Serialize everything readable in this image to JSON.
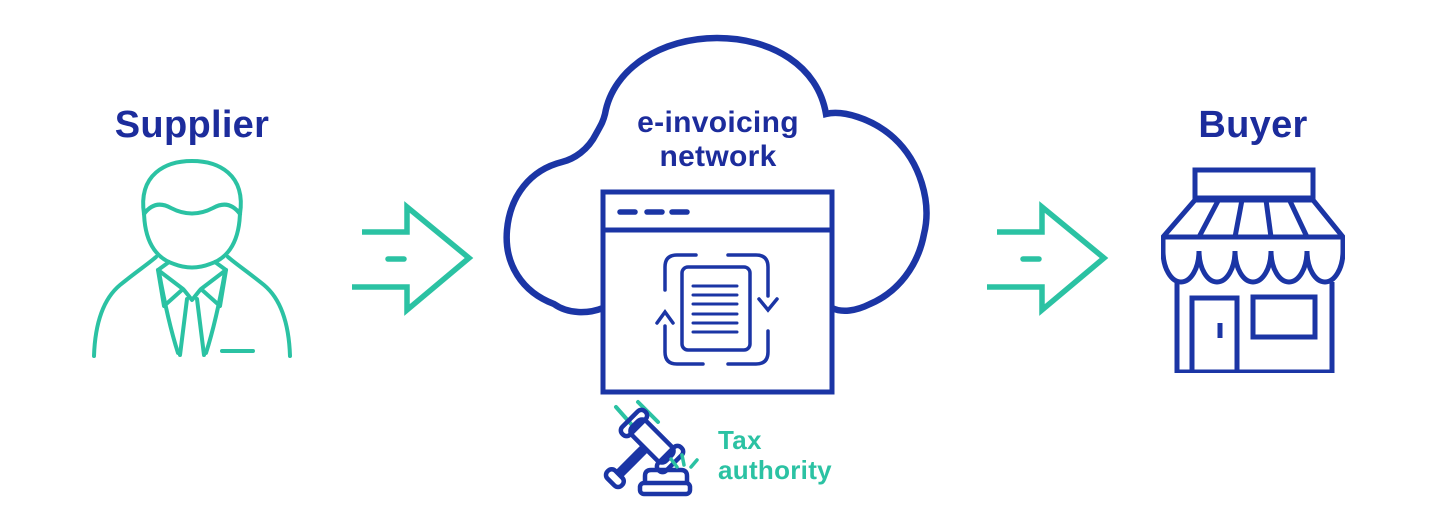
{
  "palette": {
    "background": "#ffffff",
    "navy_icon": "#1b35a5",
    "navy_text": "#1c2c9c",
    "teal": "#2bc2a3"
  },
  "nodes": {
    "supplier": {
      "label": "Supplier",
      "icon": "person-icon",
      "icon_color": "#2bc2a3"
    },
    "einvoicing_network": {
      "label_line1": "e-invoicing",
      "label_line2": "network",
      "icon": "cloud-icon",
      "inner_icon": "browser-document-sync-icon",
      "icon_color": "#1b35a5"
    },
    "tax_authority": {
      "label_line1": "Tax",
      "label_line2": "authority",
      "icon": "gavel-icon",
      "icon_color": "#1b35a5",
      "label_color": "#2bc2a3"
    },
    "buyer": {
      "label": "Buyer",
      "icon": "store-icon",
      "icon_color": "#1b35a5"
    }
  },
  "connectors": [
    {
      "from": "supplier",
      "to": "einvoicing_network",
      "icon": "arrow-right-icon",
      "color": "#2bc2a3"
    },
    {
      "from": "einvoicing_network",
      "to": "buyer",
      "icon": "arrow-right-icon",
      "color": "#2bc2a3"
    }
  ]
}
